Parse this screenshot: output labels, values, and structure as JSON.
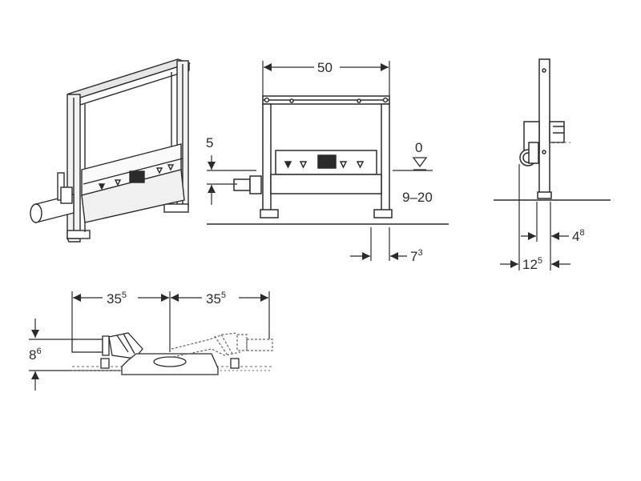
{
  "colors": {
    "line": "#2b2b2b",
    "fill": "#ffffff",
    "frame": "#3a3a3a",
    "dash": "#666666"
  },
  "views": {
    "front": {
      "width_main": "50",
      "height_5": "5",
      "level_zero": "0",
      "range": "9–20",
      "depth_main": "7",
      "depth_sup": "3"
    },
    "side": {
      "d1_main": "4",
      "d1_sup": "8",
      "d2_main": "12",
      "d2_sup": "5"
    },
    "plan": {
      "left_main": "35",
      "left_sup": "5",
      "right_main": "35",
      "right_sup": "5",
      "height_main": "8",
      "height_sup": "6"
    }
  }
}
